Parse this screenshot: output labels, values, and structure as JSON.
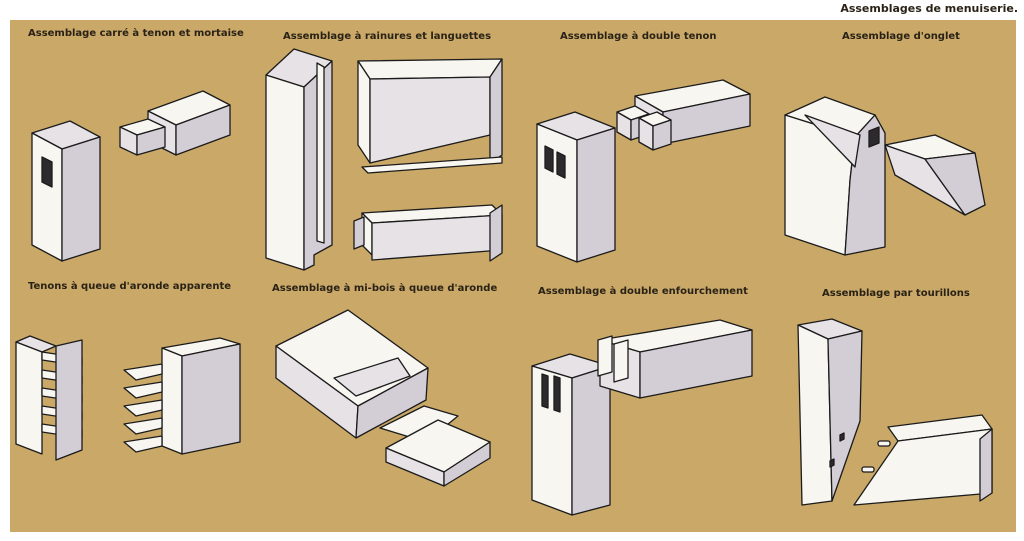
{
  "plate_title": "Assemblages de menuiserie.",
  "joints": [
    {
      "label": "Assemblage carré à tenon et mortaise"
    },
    {
      "label": "Assemblage à rainures et languettes"
    },
    {
      "label": "Assemblage à double tenon"
    },
    {
      "label": "Assemblage d'onglet"
    },
    {
      "label": "Tenons à queue d'aronde apparente"
    },
    {
      "label": "Assemblage à mi-bois à queue d'aronde"
    },
    {
      "label": "Assemblage à double enfourchement"
    },
    {
      "label": "Assemblage par tourillons"
    }
  ],
  "colors": {
    "plate_background": "#c9a868",
    "wood_face": "#f7f6f1",
    "wood_side": "#d3cdd6",
    "outline": "#1b1b1b"
  }
}
